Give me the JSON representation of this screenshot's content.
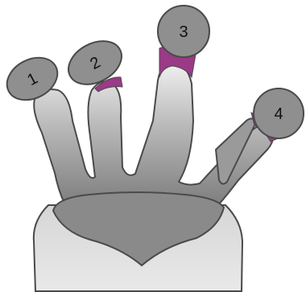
{
  "diagram": {
    "markers": [
      {
        "id": "1",
        "label": "1"
      },
      {
        "id": "2",
        "label": "2"
      },
      {
        "id": "3",
        "label": "3"
      },
      {
        "id": "4",
        "label": "4"
      }
    ]
  },
  "colors": {
    "marker_fill": "#8f8f8f",
    "joint_accent": "#9b3a86",
    "outline": "#4a4a4a",
    "finger_base": "#7d7d7d",
    "finger_tip": "#f2f2f2"
  }
}
